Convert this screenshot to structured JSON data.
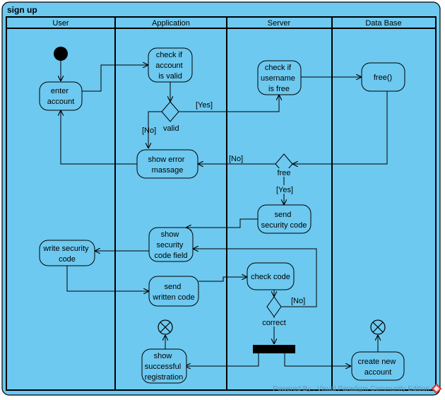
{
  "diagram": {
    "title": "sign up",
    "lanes": [
      "User",
      "Application",
      "Server",
      "Data Base"
    ],
    "actions": {
      "enter_account": [
        "enter",
        "account"
      ],
      "check_account_valid": [
        "check if",
        "account",
        "is valid"
      ],
      "check_username_free": [
        "check if",
        "username",
        "is free"
      ],
      "free_call": [
        "free()"
      ],
      "show_error_massage": [
        "show error",
        "massage"
      ],
      "send_security_code": [
        "send",
        "security code"
      ],
      "show_security_code_field": [
        "show",
        "security",
        "code field"
      ],
      "write_security_code": [
        "write security",
        "code"
      ],
      "send_written_code": [
        "send",
        "written code"
      ],
      "check_code": [
        "check code"
      ],
      "show_successful_registration": [
        "show",
        "successful",
        "registration"
      ],
      "create_new_account": [
        "create new",
        "account"
      ]
    },
    "decision_labels": {
      "valid": "valid",
      "free": "free",
      "correct": "correct"
    },
    "guards": {
      "valid_yes": "[Yes]",
      "valid_no": "[No]",
      "free_no": "[No]",
      "free_yes": "[Yes]",
      "correct_no": "[No]"
    },
    "footer": "Powered By : Visual Paradigm Community Edition"
  },
  "colors": {
    "background": "#6dc9f0",
    "border": "#000000",
    "footer_text": "#6a8fb0"
  }
}
